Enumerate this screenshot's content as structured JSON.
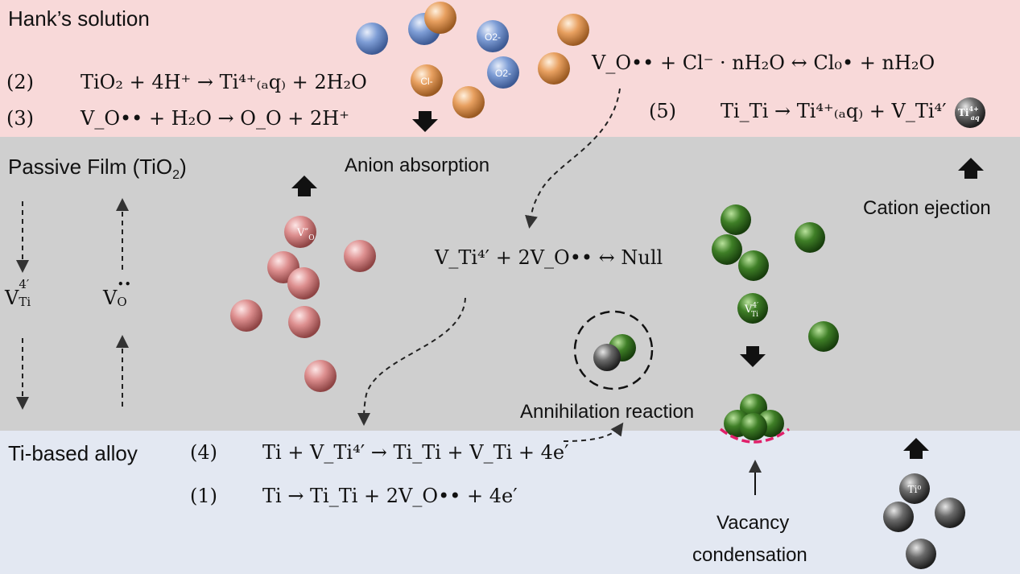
{
  "regions": {
    "solution": "Hank’s solution",
    "film": "Passive Film (TiO",
    "film_sub": "2",
    "film_close": ")",
    "alloy": "Ti-based alloy"
  },
  "colors": {
    "solution_bg": "#f8d9d9",
    "film_bg": "#cfcfcf",
    "alloy_bg": "#e3e8f2",
    "anion_blue": "#6f8fc9",
    "anion_orange": "#e39a5a",
    "vo_pink": "#d98a8a",
    "vti_green": "#3c7a25",
    "ti_gray": "#555555",
    "condensation_magenta": "#e0206a"
  },
  "equations": {
    "eq2": {
      "num": "(2)",
      "text": "TiO₂ + 4H⁺ → Ti⁴⁺₍ₐq₎ + 2H₂O"
    },
    "eq3": {
      "num": "(3)",
      "text": "V_O•• + H₂O → O_O + 2H⁺"
    },
    "eq_cl": {
      "text": "V_O•• + Cl⁻ · nH₂O ↔ Cl₀• + nH₂O"
    },
    "eq5": {
      "num": "(5)",
      "text": "Ti_Ti → Ti⁴⁺₍ₐq₎ + V_Ti⁴′"
    },
    "eq_null": {
      "text": "V_Ti⁴′ + 2V_O•• ↔ Null"
    },
    "eq4": {
      "num": "(4)",
      "text": "Ti + V_Ti⁴′ → Ti_Ti + V_Ti + 4e′"
    },
    "eq1": {
      "num": "(1)",
      "text": "Ti → Ti_Ti + 2V_O•• + 4e′"
    }
  },
  "labels": {
    "anion_absorption": "Anion absorption",
    "cation_ejection": "Cation ejection",
    "annihilation": "Annihilation reaction",
    "vacancy_line1": "Vacancy",
    "vacancy_line2": "condensation"
  },
  "particle_labels": {
    "o2": "O2-",
    "cl": "Cl-",
    "vo_dbl": "V″",
    "vo_sub": "O",
    "vti": "V",
    "vti_sup": "4′",
    "vti_sub": "Ti",
    "ti0": "Ti⁰",
    "tiaq": "Ti",
    "tiaq_sup": "4+",
    "tiaq_sub": "aq"
  },
  "flux_labels": {
    "vti": "V",
    "vti_sup": "4′",
    "vti_sub": "Ti",
    "vo": "V",
    "vo_sup": "••",
    "vo_sub": "O"
  }
}
